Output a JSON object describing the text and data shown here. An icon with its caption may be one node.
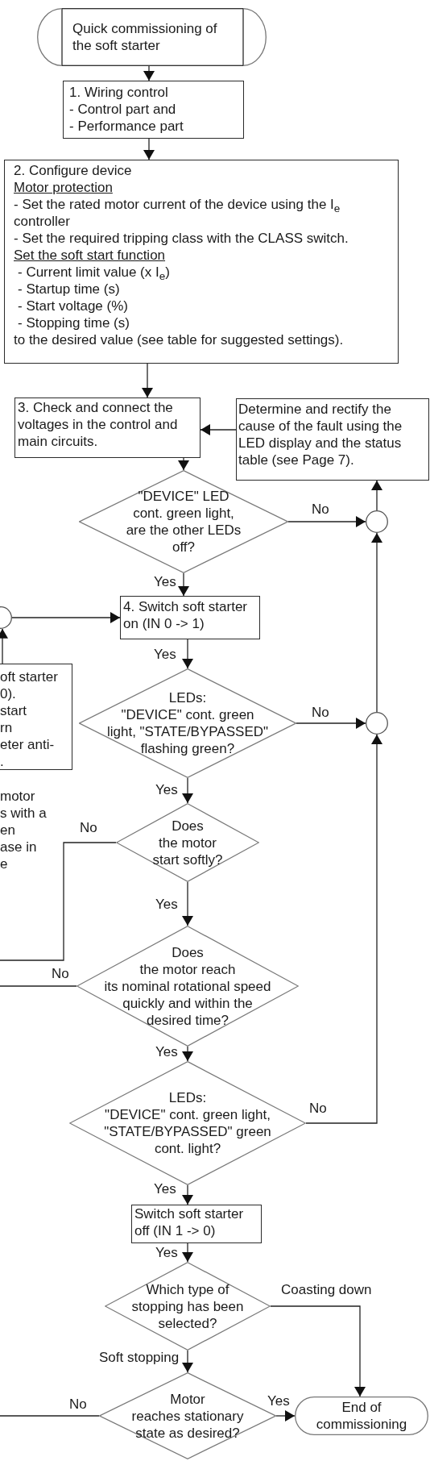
{
  "diagram": {
    "nodes": [
      {
        "text": [
          "Quick commissioning of the soft starter"
        ]
      },
      {
        "text": [
          "1. Wiring control",
          "- Control part and",
          "- Performance part"
        ]
      },
      {
        "text": [
          "2. Configure device",
          "Motor protection",
          "- Set the rated motor current of the device using the I$_{e}$ controller",
          "- Set the required tripping class with the CLASS switch.",
          "Set the soft start function",
          "- Current limit value (x I$_{e}$)",
          "- Startup time (s)",
          "- Start voltage (%)",
          "- Stopping time (s)",
          "to the desired value (see table for suggested settings)."
        ]
      },
      {
        "text": [
          "3. Check and connect the voltages in the control and main circuits."
        ]
      },
      {
        "text": [
          "Determine and rectify the cause of the fault using the LED display and the status table (see Page 7)."
        ]
      },
      {
        "text": [
          "\"DEVICE\" LED cont. green light, are the other LEDs off?"
        ]
      },
      {
        "text": [],
        "shape": "circle"
      },
      {
        "text": [],
        "shape": "circle"
      },
      {
        "text": [
          "4. Switch soft starter on (IN 0 -> 1)"
        ]
      },
      {
        "text": [
          "oft starter 0). start rn eter anti- ."
        ]
      },
      {
        "text": [
          "LEDs: \"DEVICE\" cont. green light, \"STATE/BYPASSED\" flashing green?"
        ]
      },
      {
        "text": [],
        "shape": "circle"
      },
      {
        "text": [
          "Does the motor start softly?"
        ]
      },
      {
        "text": [
          "Does the motor reach its nominal rotational speed quickly and within the desired time?"
        ]
      },
      {
        "text": [
          "LEDs: \"DEVICE\" cont. green light, \"STATE/BYPASSED\" green cont. light?"
        ]
      },
      {
        "text": [
          "Switch soft starter off (IN 1 -> 0)"
        ]
      },
      {
        "text": [
          "Which type of stopping has been selected?"
        ]
      },
      {
        "text": [
          "Motor reaches stationary state as desired?"
        ]
      },
      {
        "text": [
          "End of commissioning"
        ]
      }
    ],
    "edges": [
      {
        "from": 0,
        "to": 1,
        "arrow": "to"
      },
      {
        "from": 1,
        "to": 2,
        "arrow": "to"
      },
      {
        "from": 2,
        "to": 3,
        "arrow": "to"
      },
      {
        "from": 4,
        "to": 3,
        "arrow": "to"
      },
      {
        "from": 3,
        "to": 5,
        "arrow": "to"
      },
      {
        "from": 5,
        "to": 6,
        "arrow": "to",
        "label": "No"
      },
      {
        "from": 6,
        "to": 4,
        "arrow": "to"
      },
      {
        "from": 5,
        "to": 8,
        "arrow": "to",
        "label": "Yes"
      },
      {
        "from": 7,
        "to": 8,
        "arrow": "to"
      },
      {
        "from": 9,
        "to": 7,
        "arrow": "to"
      },
      {
        "from": 8,
        "to": 10,
        "arrow": "to",
        "label": "Yes"
      },
      {
        "from": 10,
        "to": 11,
        "arrow": "to",
        "label": "No"
      },
      {
        "from": 11,
        "to": 6,
        "arrow": "to"
      },
      {
        "from": 10,
        "to": 12,
        "arrow": "to",
        "label": "Yes"
      },
      {
        "from": 12,
        "to": null,
        "arrow": "none",
        "label": "No"
      },
      {
        "from": 12,
        "to": 13,
        "arrow": "to",
        "label": "Yes"
      },
      {
        "from": 13,
        "to": null,
        "arrow": "none",
        "label": "No"
      },
      {
        "from": 13,
        "to": 14,
        "arrow": "to",
        "label": "Yes"
      },
      {
        "from": 14,
        "to": 11,
        "arrow": "to",
        "label": "No"
      },
      {
        "from": 14,
        "to": 15,
        "arrow": "to",
        "label": "Yes"
      },
      {
        "from": 15,
        "to": 16,
        "arrow": "to",
        "label": "Yes"
      },
      {
        "from": 16,
        "to": 18,
        "arrow": "to",
        "label": "Coasting down"
      },
      {
        "from": 16,
        "to": 17,
        "arrow": "to",
        "label": "Soft stopping"
      },
      {
        "from": 17,
        "to": 18,
        "arrow": "to",
        "label": "Yes"
      },
      {
        "from": 17,
        "to": null,
        "arrow": "none",
        "label": "No"
      }
    ],
    "labels": [
      "motor s with a en ase in e"
    ]
  }
}
